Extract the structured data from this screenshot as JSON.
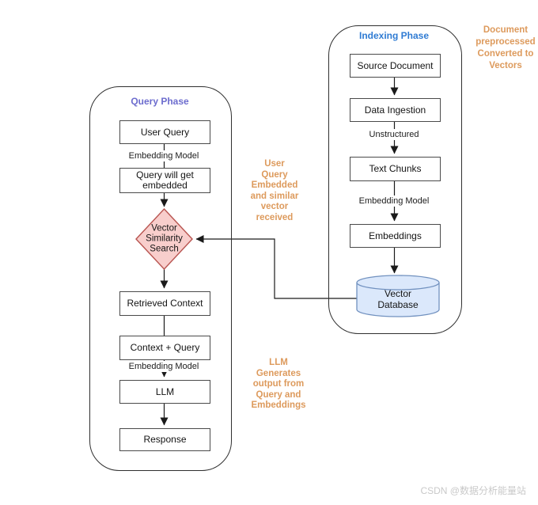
{
  "colors": {
    "query_title": "#6c6cce",
    "indexing_title": "#2f7bd3",
    "annotation": "#dd9a5c",
    "diamond_fill": "#f8cecc",
    "diamond_stroke": "#b85450",
    "cylinder_fill": "#dbe8fb",
    "cylinder_stroke": "#7191bf",
    "watermark": "#c9c9c9",
    "wire": "#1a1a1a"
  },
  "query_phase": {
    "title": "Query Phase",
    "nodes": {
      "user_query": "User Query",
      "query_embedded": "Query will get\nembedded",
      "similarity_search": "Vector\nSimilarity\nSearch",
      "retrieved_context": "Retrieved Context",
      "context_query": "Context + Query",
      "llm": "LLM",
      "response": "Response"
    },
    "edge_labels": {
      "embedding_model_top": "Embedding Model",
      "embedding_model_bottom": "Embedding Model"
    }
  },
  "indexing_phase": {
    "title": "Indexing Phase",
    "nodes": {
      "source_document": "Source Document",
      "data_ingestion": "Data Ingestion",
      "text_chunks": "Text Chunks",
      "embeddings": "Embeddings",
      "vector_database": "Vector\nDatabase"
    },
    "edge_labels": {
      "unstructured": "Unstructured",
      "embedding_model": "Embedding Model"
    }
  },
  "annotations": {
    "document_preprocessed": "Document\npreprocessed\nConverted to\nVectors",
    "user_query_embedded": "User\nQuery\nEmbedded\nand similar\nvector\nreceived",
    "llm_generates": "LLM\nGenerates\noutput from\nQuery and\nEmbeddings"
  },
  "watermark": "CSDN @数据分析能量站"
}
